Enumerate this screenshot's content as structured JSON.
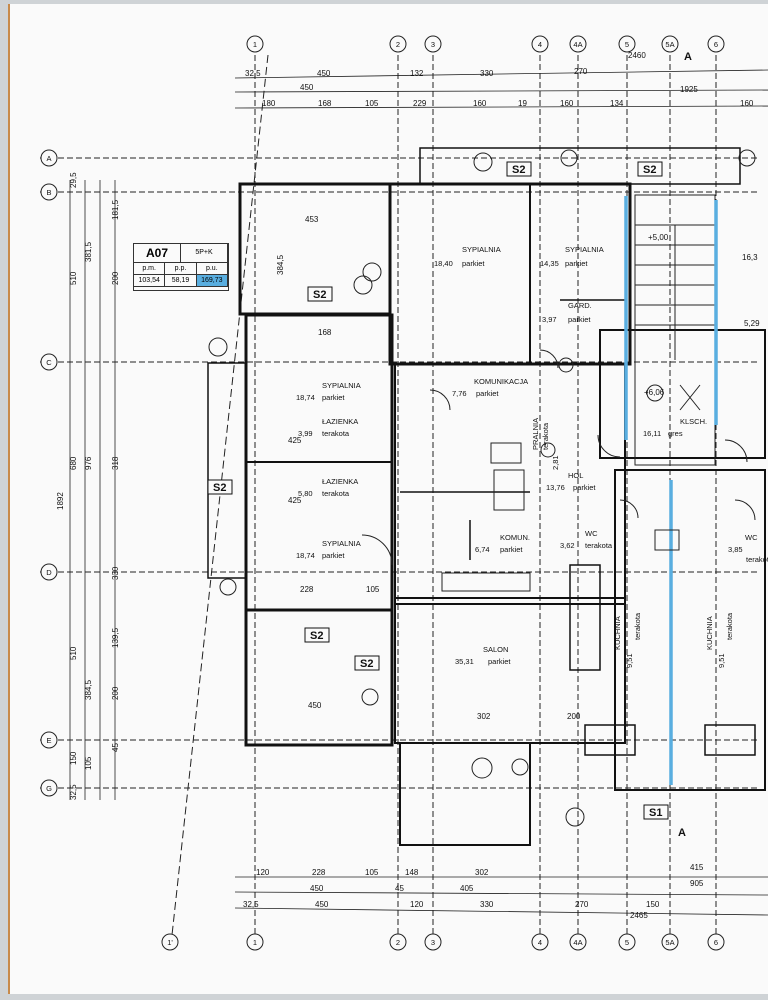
{
  "unit": {
    "code": "A07",
    "type": "5P+K",
    "h_pm": "p.m.",
    "h_pp": "p.p.",
    "h_pu": "p.u.",
    "v_pm": "103,54",
    "v_pp": "58,19",
    "v_pu": "169,73"
  },
  "axes_top": [
    "1'",
    "1",
    "2",
    "3",
    "4",
    "4A",
    "5",
    "5A",
    "6"
  ],
  "axes_left": [
    "A",
    "B",
    "C",
    "D",
    "E",
    "G"
  ],
  "section_marks": [
    "A",
    "A"
  ],
  "top_dims": {
    "r1": [
      "32,5",
      "450",
      "132",
      "330",
      "270",
      "2460"
    ],
    "r2": [
      "450",
      "1925"
    ],
    "r3": [
      "180",
      "168",
      "105",
      "229",
      "160",
      "19",
      "160",
      "134",
      "160"
    ]
  },
  "bottom_dims": {
    "r1": [
      "120",
      "228",
      "105",
      "148",
      "302",
      "415"
    ],
    "r2": [
      "450",
      "45",
      "405",
      "905"
    ],
    "r3": [
      "32,5",
      "450",
      "120",
      "330",
      "270",
      "150",
      "2465"
    ]
  },
  "left_dims": [
    "29,5",
    "181,5",
    "510",
    "381,5",
    "200",
    "680",
    "976",
    "318",
    "1892",
    "330",
    "510",
    "139,5",
    "384,5",
    "200",
    "150",
    "105",
    "45",
    "32,5"
  ],
  "rooms": [
    {
      "name": "SYPIALNIA",
      "area": "18,40",
      "floor": "parkiet"
    },
    {
      "name": "SYPIALNIA",
      "area": "14,35",
      "floor": "parkiet"
    },
    {
      "name": "GARD.",
      "area": "3,97",
      "floor": "parkiet"
    },
    {
      "name": "SYPIALNIA",
      "area": "18,74",
      "floor": "parkiet"
    },
    {
      "name": "KOMUNIKACJA",
      "area": "7,76",
      "floor": "parkiet"
    },
    {
      "name": "ŁAZIENKA",
      "area": "3,99",
      "floor": "terakota"
    },
    {
      "name": "ŁAZIENKA",
      "area": "5,80",
      "floor": "terakota"
    },
    {
      "name": "PRALNIA",
      "area": "2,81",
      "floor": "terakota"
    },
    {
      "name": "HOL",
      "area": "13,76",
      "floor": "parkiet"
    },
    {
      "name": "SYPIALNIA",
      "area": "18,74",
      "floor": "parkiet"
    },
    {
      "name": "KOMUN.",
      "area": "6,74",
      "floor": "parkiet"
    },
    {
      "name": "WC",
      "area": "3,62",
      "floor": "terakota"
    },
    {
      "name": "SALON",
      "area": "35,31",
      "floor": "parkiet"
    },
    {
      "name": "KUCHNIA",
      "area": "9,51",
      "floor": "terakota"
    },
    {
      "name": "KLSCH.",
      "area": "16,11",
      "floor": "gres"
    },
    {
      "name": "WC",
      "area": "3,85",
      "floor": "terakota"
    },
    {
      "name": "KUCHNIA",
      "area": "9,51",
      "floor": "terakota"
    }
  ],
  "stair_levels": [
    "+5,00",
    "+6,06"
  ],
  "tags": [
    "S2",
    "S2",
    "S2",
    "S2",
    "S2",
    "S2",
    "S1"
  ],
  "misc": [
    "453",
    "384,5",
    "450",
    "425",
    "425",
    "228",
    "105",
    "168",
    "302",
    "200",
    "16,3",
    "5,29"
  ],
  "colors": {
    "highlight": "#59aee0",
    "line": "#222222",
    "paper": "#fafafa"
  }
}
